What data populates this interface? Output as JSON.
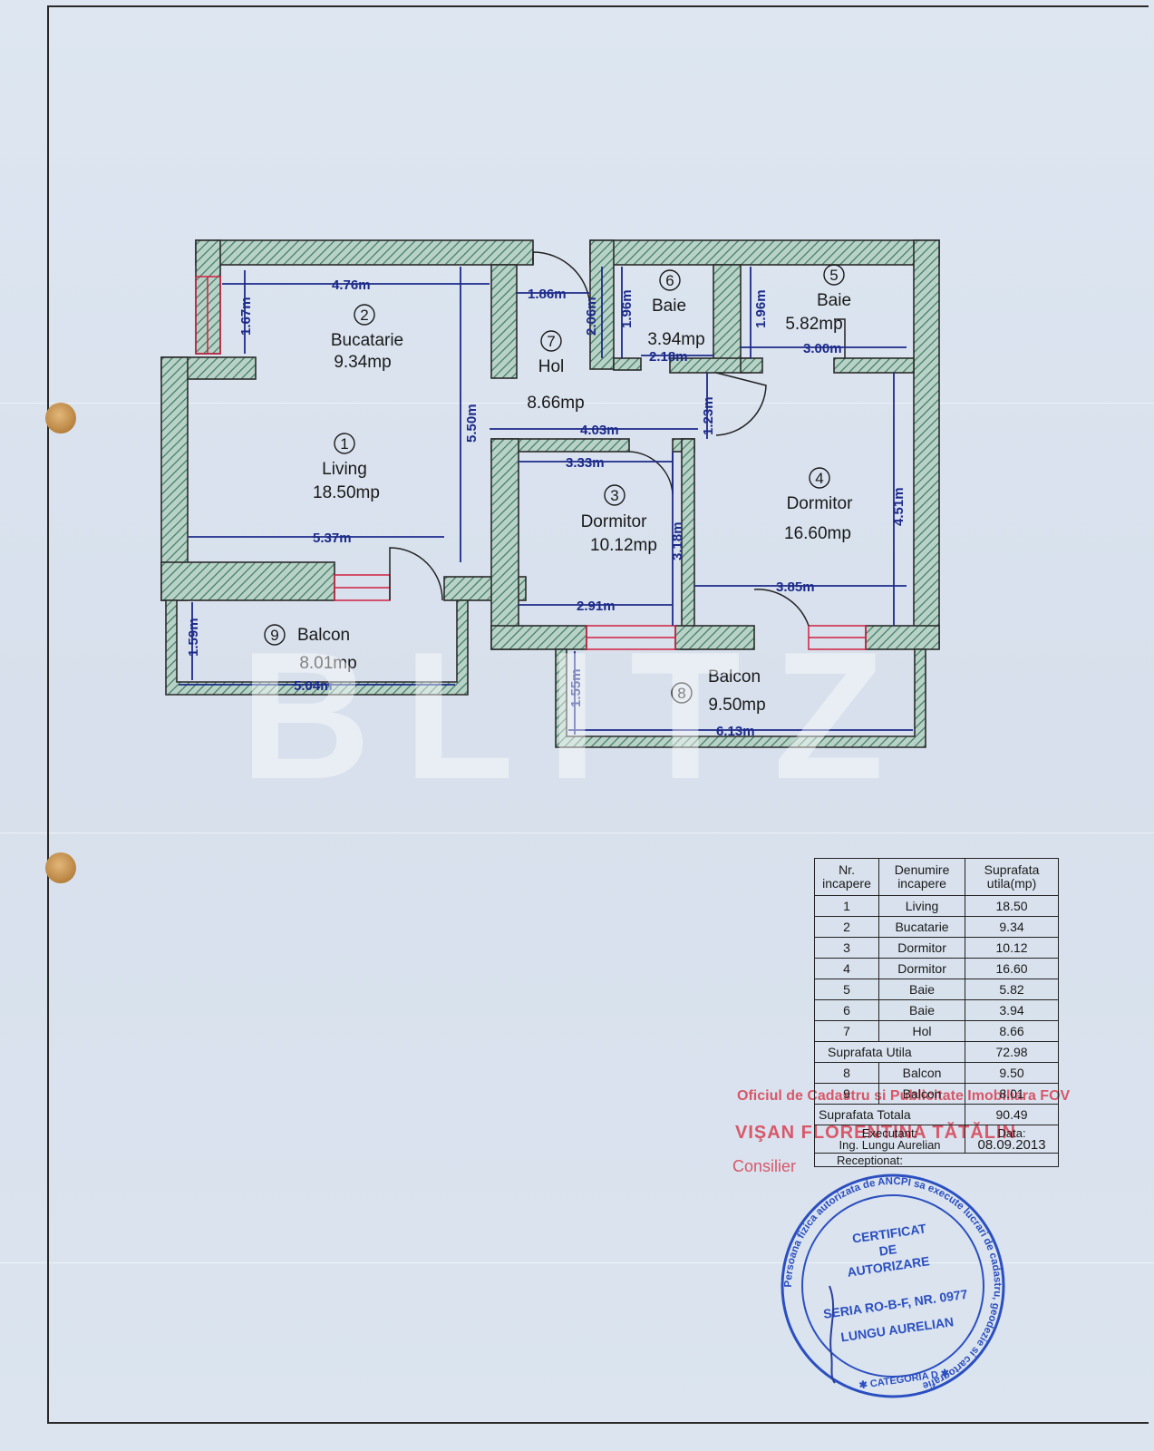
{
  "rooms": [
    {
      "num": "1",
      "name": "Living",
      "area": "18.50mp"
    },
    {
      "num": "2",
      "name": "Bucatarie",
      "area": "9.34mp"
    },
    {
      "num": "3",
      "name": "Dormitor",
      "area": "10.12mp"
    },
    {
      "num": "4",
      "name": "Dormitor",
      "area": "16.60mp"
    },
    {
      "num": "5",
      "name": "Baie",
      "area": "5.82mp"
    },
    {
      "num": "6",
      "name": "Baie",
      "area": "3.94mp"
    },
    {
      "num": "7",
      "name": "Hol",
      "area": "8.66mp"
    },
    {
      "num": "8",
      "name": "Balcon",
      "area": "9.50mp"
    },
    {
      "num": "9",
      "name": "Balcon",
      "area": "8.01mp"
    }
  ],
  "dimensions": {
    "d476": "4.76m",
    "d167": "1.67m",
    "d550": "5.50m",
    "d537": "5.37m",
    "d186": "1.86m",
    "d206": "2.06m",
    "d196a": "1.96m",
    "d218": "2.18m",
    "d196b": "1.96m",
    "d300": "3.00m",
    "d403": "4.03m",
    "d123": "1.23m",
    "d333": "3.33m",
    "d318": "3.18m",
    "d291": "2.91m",
    "d451": "4.51m",
    "d385": "3.85m",
    "d159": "1.59m",
    "d504": "5.04m",
    "d155": "1.55m",
    "d613": "6.13m"
  },
  "watermark": "BLITZ",
  "table": {
    "headers": [
      "Nr. incapere",
      "Denumire incapere",
      "Suprafata utila(mp)"
    ],
    "rows": [
      {
        "nr": "1",
        "name": "Living",
        "area": "18.50"
      },
      {
        "nr": "2",
        "name": "Bucatarie",
        "area": "9.34"
      },
      {
        "nr": "3",
        "name": "Dormitor",
        "area": "10.12"
      },
      {
        "nr": "4",
        "name": "Dormitor",
        "area": "16.60"
      },
      {
        "nr": "5",
        "name": "Baie",
        "area": "5.82"
      },
      {
        "nr": "6",
        "name": "Baie",
        "area": "3.94"
      },
      {
        "nr": "7",
        "name": "Hol",
        "area": "8.66"
      }
    ],
    "utila_label": "Suprafata Utila",
    "utila_value": "72.98",
    "balcony_rows": [
      {
        "nr": "8",
        "name": "Balcon",
        "area": "9.50"
      },
      {
        "nr": "9",
        "name": "Balcon",
        "area": "8.01"
      }
    ],
    "totala_label": "Suprafata Totala",
    "totala_value": "90.49",
    "executant_label": "Executant:",
    "executant_name": "Ing. Lungu Aurelian",
    "data_label": "Data:",
    "data_value": "08.09.2013",
    "receptionat_label": "Receptionat:"
  },
  "red_stamp": {
    "line1": "Oficiul de Cadastru si Publicitate Imobiliara FOV",
    "line2": "VIŞAN FLORENTINA TĂTĂLIN",
    "line3": "Consilier"
  },
  "seal": {
    "ring_text": "Persoana fizica autorizata de ANCPI sa execute lucrari de cadastru, geodezie si cartografie",
    "center1": "CERTIFICAT",
    "center2": "DE",
    "center3": "AUTORIZARE",
    "center4": "SERIA RO-B-F, NR. 0977",
    "center5": "LUNGU AURELIAN",
    "bottom": "✱ CATEGORIA D ✱"
  },
  "colors": {
    "dimension": "#1d2a8a",
    "hatch": "#3d7a62",
    "window": "#d02040",
    "seal": "#2b4fc0",
    "stamp": "#d7283c"
  }
}
